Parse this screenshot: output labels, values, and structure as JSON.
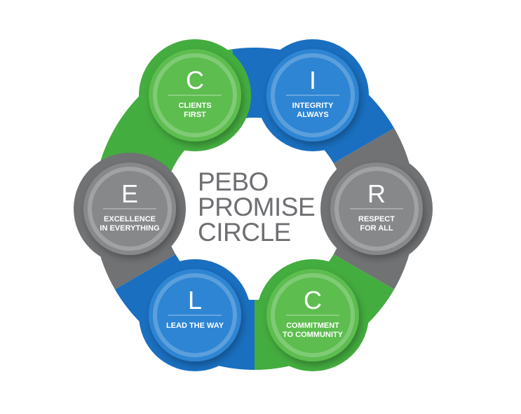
{
  "title": {
    "lines": [
      "PEBO",
      "PROMISE",
      "CIRCLE"
    ],
    "color": "#6e6f72"
  },
  "colors": {
    "green": "#44ad3f",
    "green_light": "#5dbd4f",
    "blue": "#1a6fc0",
    "blue_light": "#2f85d3",
    "gray": "#707274",
    "gray_light": "#86888a"
  },
  "nodes": [
    {
      "letter": "C",
      "label_lines": [
        "CLIENTS",
        "FIRST"
      ],
      "color": "green"
    },
    {
      "letter": "I",
      "label_lines": [
        "INTEGRITY",
        "ALWAYS"
      ],
      "color": "blue"
    },
    {
      "letter": "R",
      "label_lines": [
        "RESPECT",
        "FOR ALL"
      ],
      "color": "gray"
    },
    {
      "letter": "C",
      "label_lines": [
        "COMMITMENT",
        "TO COMMUNITY"
      ],
      "color": "green"
    },
    {
      "letter": "L",
      "label_lines": [
        "LEAD THE WAY"
      ],
      "color": "blue"
    },
    {
      "letter": "E",
      "label_lines": [
        "EXCELLENCE",
        "IN EVERYTHING"
      ],
      "color": "gray"
    }
  ]
}
